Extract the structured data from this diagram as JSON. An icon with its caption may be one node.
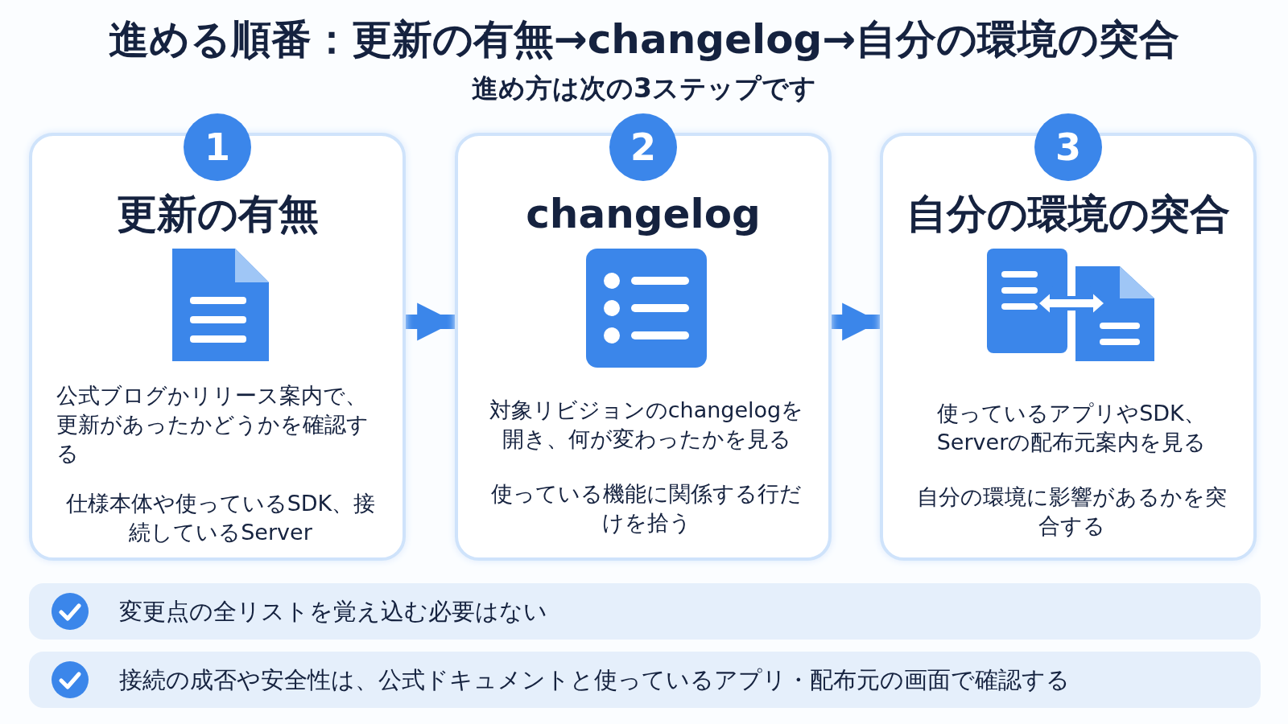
{
  "diagram": {
    "title": "進める順番：更新の有無→changelog→自分の環境の突合",
    "nodes": [
      {
        "text": [
          "1",
          "更新の有無",
          "公式ブログかリリース案内で、更新があったかどうかを確認する",
          "仕様本体や使っているSDK、接続しているServer"
        ]
      },
      {
        "text": [
          "2",
          "changelog",
          "対象リビジョンのchangelogを開き、何が変わったかを見る",
          "使っている機能に関係する行だけを拾う"
        ]
      },
      {
        "text": [
          "3",
          "自分の環境の突合",
          "使っているアプリやSDK、Serverの配布元案内を見る",
          "自分の環境に影響があるかを突合する"
        ]
      },
      {
        "text": [
          "変更点の全リストを覚え込む必要はない"
        ]
      },
      {
        "text": [
          "接続の成否や安全性は、公式ドキュメントと使っているアプリ・配布元の画面で確認する"
        ]
      }
    ],
    "edges": [
      {
        "from": 0,
        "to": 1,
        "arrow": "to"
      },
      {
        "from": 1,
        "to": 2,
        "arrow": "to"
      }
    ],
    "labels": [
      "進め方は次の3ステップです"
    ]
  }
}
